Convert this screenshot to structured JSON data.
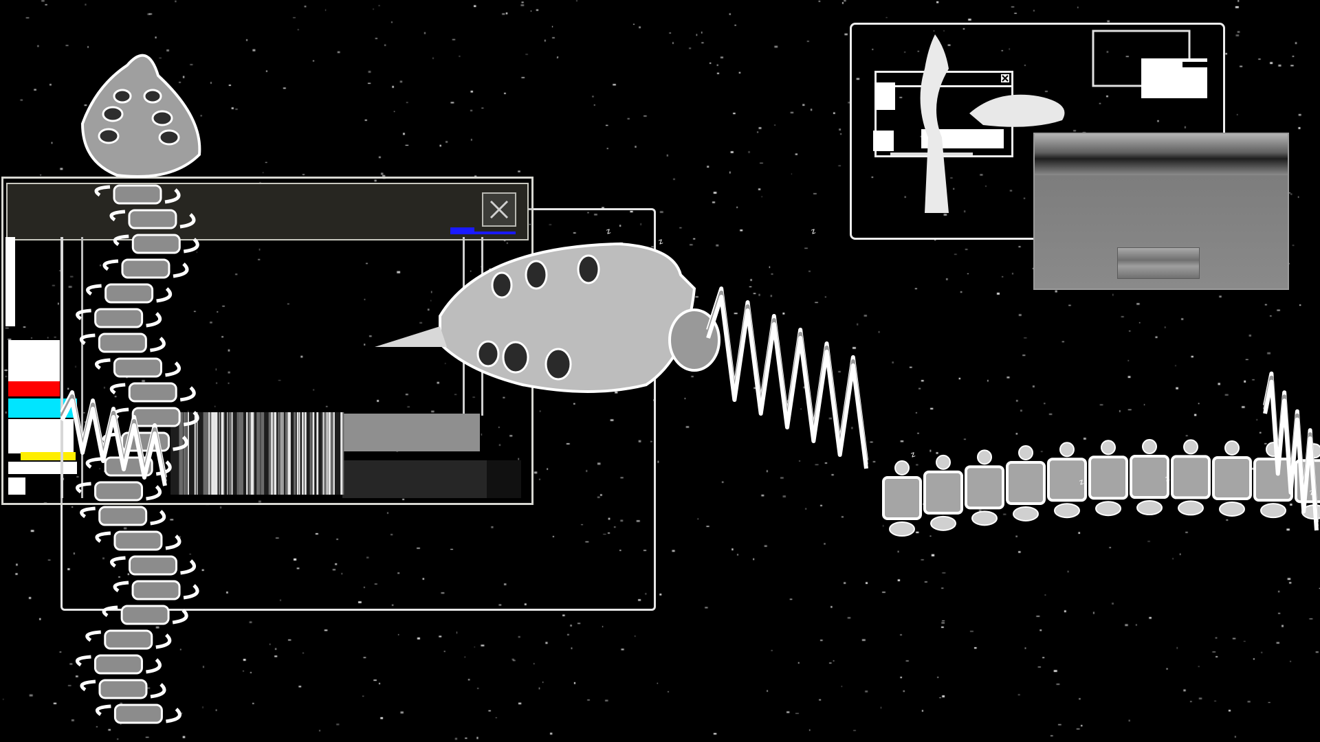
{
  "scene": {
    "background_color": "#000000",
    "accent_colors": {
      "red": "#ff0000",
      "cyan": "#00e5ff",
      "yellow": "#ffee00",
      "blue": "#1a1aff",
      "green": "#00ff00"
    }
  },
  "windows": {
    "main": {
      "close_icon": "close-icon"
    },
    "top_right": {
      "close_icon": "close-icon"
    },
    "grey": {
      "button_icon": "glitched-button"
    }
  },
  "artwork": {
    "subject": "spine-vertebrae-skeleton",
    "small_labels": [
      "z",
      "z",
      "z",
      "z",
      "z",
      "z",
      "z"
    ]
  }
}
